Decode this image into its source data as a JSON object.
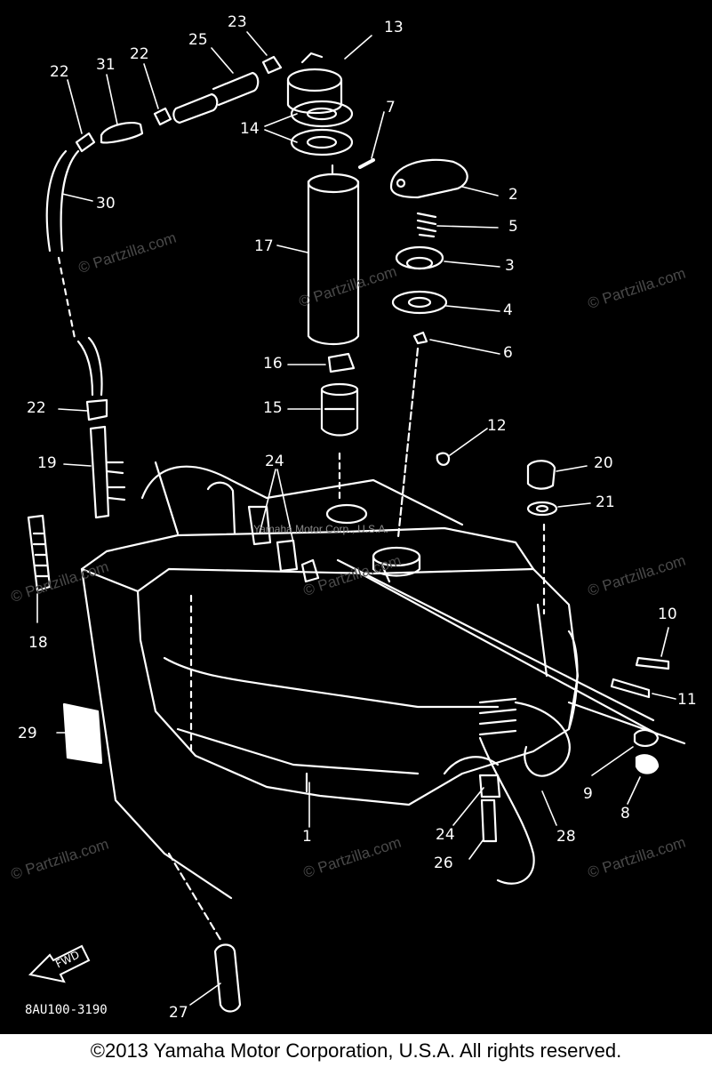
{
  "diagram": {
    "part_code": "8AU100-3190",
    "oem_mark": "Yamaha Motor Corp., U.S.A.",
    "watermark": "© Partzilla.com",
    "fwd_label": "FWD",
    "callouts": [
      "13",
      "23",
      "25",
      "22",
      "31",
      "22",
      "7",
      "14",
      "30",
      "2",
      "5",
      "17",
      "3",
      "4",
      "6",
      "16",
      "15",
      "22",
      "12",
      "24",
      "20",
      "19",
      "21",
      "18",
      "10",
      "11",
      "29",
      "9",
      "8",
      "24",
      "1",
      "28",
      "26",
      "27"
    ]
  },
  "footer": {
    "copyright": "©2013 Yamaha Motor Corporation, U.S.A. All rights reserved."
  }
}
